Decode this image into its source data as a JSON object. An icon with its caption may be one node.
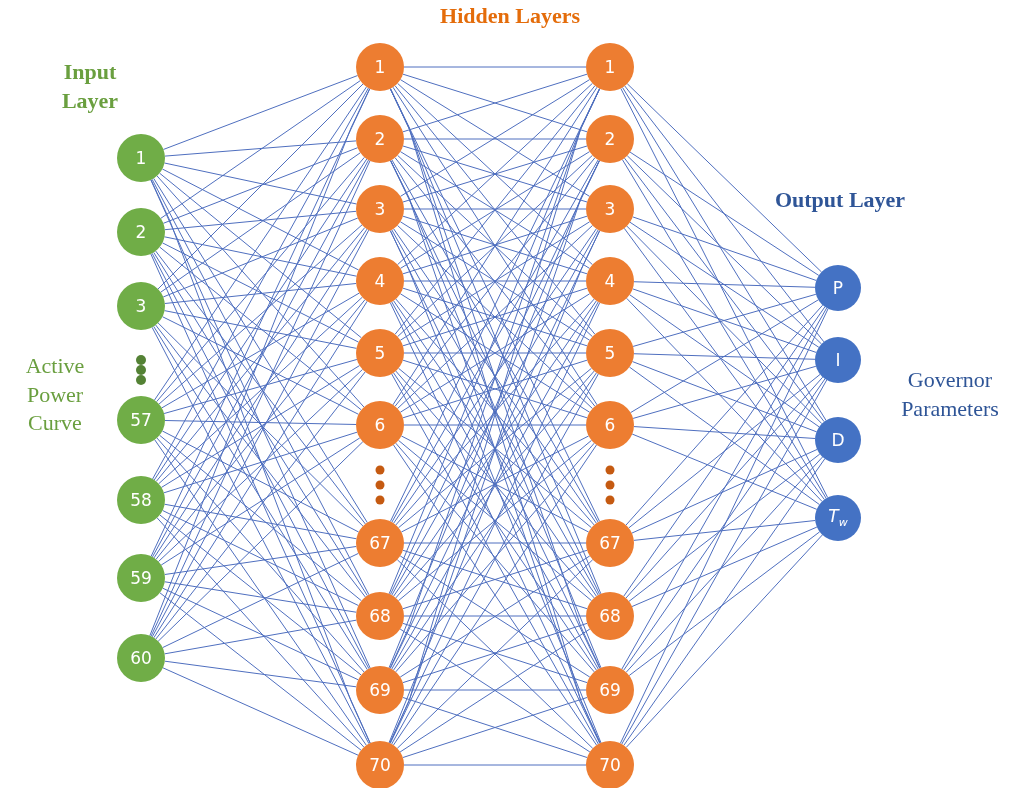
{
  "diagram": {
    "nodes": [
      {
        "text": [
          "1"
        ]
      },
      {
        "text": [
          "2"
        ]
      },
      {
        "text": [
          "3"
        ]
      },
      {
        "text": [
          "57"
        ]
      },
      {
        "text": [
          "58"
        ]
      },
      {
        "text": [
          "59"
        ]
      },
      {
        "text": [
          "60"
        ]
      },
      {
        "text": [
          "1"
        ]
      },
      {
        "text": [
          "2"
        ]
      },
      {
        "text": [
          "3"
        ]
      },
      {
        "text": [
          "4"
        ]
      },
      {
        "text": [
          "5"
        ]
      },
      {
        "text": [
          "6"
        ]
      },
      {
        "text": [
          "67"
        ]
      },
      {
        "text": [
          "68"
        ]
      },
      {
        "text": [
          "69"
        ]
      },
      {
        "text": [
          "70"
        ]
      },
      {
        "text": [
          "1"
        ]
      },
      {
        "text": [
          "2"
        ]
      },
      {
        "text": [
          "3"
        ]
      },
      {
        "text": [
          "4"
        ]
      },
      {
        "text": [
          "5"
        ]
      },
      {
        "text": [
          "6"
        ]
      },
      {
        "text": [
          "67"
        ]
      },
      {
        "text": [
          "68"
        ]
      },
      {
        "text": [
          "69"
        ]
      },
      {
        "text": [
          "70"
        ]
      },
      {
        "text": [
          "P"
        ]
      },
      {
        "text": [
          "I"
        ]
      },
      {
        "text": [
          "D"
        ]
      },
      {
        "text": [
          "*T*$_{w}$"
        ]
      }
    ],
    "edges": [
      {
        "from": 0,
        "to": 7,
        "arrow": "none"
      },
      {
        "from": 0,
        "to": 8,
        "arrow": "none"
      },
      {
        "from": 0,
        "to": 9,
        "arrow": "none"
      },
      {
        "from": 0,
        "to": 10,
        "arrow": "none"
      },
      {
        "from": 0,
        "to": 11,
        "arrow": "none"
      },
      {
        "from": 0,
        "to": 12,
        "arrow": "none"
      },
      {
        "from": 0,
        "to": 13,
        "arrow": "none"
      },
      {
        "from": 0,
        "to": 14,
        "arrow": "none"
      },
      {
        "from": 0,
        "to": 15,
        "arrow": "none"
      },
      {
        "from": 0,
        "to": 16,
        "arrow": "none"
      },
      {
        "from": 1,
        "to": 7,
        "arrow": "none"
      },
      {
        "from": 1,
        "to": 8,
        "arrow": "none"
      },
      {
        "from": 1,
        "to": 9,
        "arrow": "none"
      },
      {
        "from": 1,
        "to": 10,
        "arrow": "none"
      },
      {
        "from": 1,
        "to": 11,
        "arrow": "none"
      },
      {
        "from": 1,
        "to": 12,
        "arrow": "none"
      },
      {
        "from": 1,
        "to": 13,
        "arrow": "none"
      },
      {
        "from": 1,
        "to": 14,
        "arrow": "none"
      },
      {
        "from": 1,
        "to": 15,
        "arrow": "none"
      },
      {
        "from": 1,
        "to": 16,
        "arrow": "none"
      },
      {
        "from": 2,
        "to": 7,
        "arrow": "none"
      },
      {
        "from": 2,
        "to": 8,
        "arrow": "none"
      },
      {
        "from": 2,
        "to": 9,
        "arrow": "none"
      },
      {
        "from": 2,
        "to": 10,
        "arrow": "none"
      },
      {
        "from": 2,
        "to": 11,
        "arrow": "none"
      },
      {
        "from": 2,
        "to": 12,
        "arrow": "none"
      },
      {
        "from": 2,
        "to": 13,
        "arrow": "none"
      },
      {
        "from": 2,
        "to": 14,
        "arrow": "none"
      },
      {
        "from": 2,
        "to": 15,
        "arrow": "none"
      },
      {
        "from": 2,
        "to": 16,
        "arrow": "none"
      },
      {
        "from": 3,
        "to": 7,
        "arrow": "none"
      },
      {
        "from": 3,
        "to": 8,
        "arrow": "none"
      },
      {
        "from": 3,
        "to": 9,
        "arrow": "none"
      },
      {
        "from": 3,
        "to": 10,
        "arrow": "none"
      },
      {
        "from": 3,
        "to": 11,
        "arrow": "none"
      },
      {
        "from": 3,
        "to": 12,
        "arrow": "none"
      },
      {
        "from": 3,
        "to": 13,
        "arrow": "none"
      },
      {
        "from": 3,
        "to": 14,
        "arrow": "none"
      },
      {
        "from": 3,
        "to": 15,
        "arrow": "none"
      },
      {
        "from": 3,
        "to": 16,
        "arrow": "none"
      },
      {
        "from": 4,
        "to": 7,
        "arrow": "none"
      },
      {
        "from": 4,
        "to": 8,
        "arrow": "none"
      },
      {
        "from": 4,
        "to": 9,
        "arrow": "none"
      },
      {
        "from": 4,
        "to": 10,
        "arrow": "none"
      },
      {
        "from": 4,
        "to": 11,
        "arrow": "none"
      },
      {
        "from": 4,
        "to": 12,
        "arrow": "none"
      },
      {
        "from": 4,
        "to": 13,
        "arrow": "none"
      },
      {
        "from": 4,
        "to": 14,
        "arrow": "none"
      },
      {
        "from": 4,
        "to": 15,
        "arrow": "none"
      },
      {
        "from": 4,
        "to": 16,
        "arrow": "none"
      },
      {
        "from": 5,
        "to": 7,
        "arrow": "none"
      },
      {
        "from": 5,
        "to": 8,
        "arrow": "none"
      },
      {
        "from": 5,
        "to": 9,
        "arrow": "none"
      },
      {
        "from": 5,
        "to": 10,
        "arrow": "none"
      },
      {
        "from": 5,
        "to": 11,
        "arrow": "none"
      },
      {
        "from": 5,
        "to": 12,
        "arrow": "none"
      },
      {
        "from": 5,
        "to": 13,
        "arrow": "none"
      },
      {
        "from": 5,
        "to": 14,
        "arrow": "none"
      },
      {
        "from": 5,
        "to": 15,
        "arrow": "none"
      },
      {
        "from": 5,
        "to": 16,
        "arrow": "none"
      },
      {
        "from": 6,
        "to": 7,
        "arrow": "none"
      },
      {
        "from": 6,
        "to": 8,
        "arrow": "none"
      },
      {
        "from": 6,
        "to": 9,
        "arrow": "none"
      },
      {
        "from": 6,
        "to": 10,
        "arrow": "none"
      },
      {
        "from": 6,
        "to": 11,
        "arrow": "none"
      },
      {
        "from": 6,
        "to": 12,
        "arrow": "none"
      },
      {
        "from": 6,
        "to": 13,
        "arrow": "none"
      },
      {
        "from": 6,
        "to": 14,
        "arrow": "none"
      },
      {
        "from": 6,
        "to": 15,
        "arrow": "none"
      },
      {
        "from": 6,
        "to": 16,
        "arrow": "none"
      },
      {
        "from": 7,
        "to": 17,
        "arrow": "none"
      },
      {
        "from": 7,
        "to": 18,
        "arrow": "none"
      },
      {
        "from": 7,
        "to": 19,
        "arrow": "none"
      },
      {
        "from": 7,
        "to": 20,
        "arrow": "none"
      },
      {
        "from": 7,
        "to": 21,
        "arrow": "none"
      },
      {
        "from": 7,
        "to": 22,
        "arrow": "none"
      },
      {
        "from": 7,
        "to": 23,
        "arrow": "none"
      },
      {
        "from": 7,
        "to": 24,
        "arrow": "none"
      },
      {
        "from": 7,
        "to": 25,
        "arrow": "none"
      },
      {
        "from": 7,
        "to": 26,
        "arrow": "none"
      },
      {
        "from": 8,
        "to": 17,
        "arrow": "none"
      },
      {
        "from": 8,
        "to": 18,
        "arrow": "none"
      },
      {
        "from": 8,
        "to": 19,
        "arrow": "none"
      },
      {
        "from": 8,
        "to": 20,
        "arrow": "none"
      },
      {
        "from": 8,
        "to": 21,
        "arrow": "none"
      },
      {
        "from": 8,
        "to": 22,
        "arrow": "none"
      },
      {
        "from": 8,
        "to": 23,
        "arrow": "none"
      },
      {
        "from": 8,
        "to": 24,
        "arrow": "none"
      },
      {
        "from": 8,
        "to": 25,
        "arrow": "none"
      },
      {
        "from": 8,
        "to": 26,
        "arrow": "none"
      },
      {
        "from": 9,
        "to": 17,
        "arrow": "none"
      },
      {
        "from": 9,
        "to": 18,
        "arrow": "none"
      },
      {
        "from": 9,
        "to": 19,
        "arrow": "none"
      },
      {
        "from": 9,
        "to": 20,
        "arrow": "none"
      },
      {
        "from": 9,
        "to": 21,
        "arrow": "none"
      },
      {
        "from": 9,
        "to": 22,
        "arrow": "none"
      },
      {
        "from": 9,
        "to": 23,
        "arrow": "none"
      },
      {
        "from": 9,
        "to": 24,
        "arrow": "none"
      },
      {
        "from": 9,
        "to": 25,
        "arrow": "none"
      },
      {
        "from": 9,
        "to": 26,
        "arrow": "none"
      },
      {
        "from": 10,
        "to": 17,
        "arrow": "none"
      },
      {
        "from": 10,
        "to": 18,
        "arrow": "none"
      },
      {
        "from": 10,
        "to": 19,
        "arrow": "none"
      },
      {
        "from": 10,
        "to": 20,
        "arrow": "none"
      },
      {
        "from": 10,
        "to": 21,
        "arrow": "none"
      },
      {
        "from": 10,
        "to": 22,
        "arrow": "none"
      },
      {
        "from": 10,
        "to": 23,
        "arrow": "none"
      },
      {
        "from": 10,
        "to": 24,
        "arrow": "none"
      },
      {
        "from": 10,
        "to": 25,
        "arrow": "none"
      },
      {
        "from": 10,
        "to": 26,
        "arrow": "none"
      },
      {
        "from": 11,
        "to": 17,
        "arrow": "none"
      },
      {
        "from": 11,
        "to": 18,
        "arrow": "none"
      },
      {
        "from": 11,
        "to": 19,
        "arrow": "none"
      },
      {
        "from": 11,
        "to": 20,
        "arrow": "none"
      },
      {
        "from": 11,
        "to": 21,
        "arrow": "none"
      },
      {
        "from": 11,
        "to": 22,
        "arrow": "none"
      },
      {
        "from": 11,
        "to": 23,
        "arrow": "none"
      },
      {
        "from": 11,
        "to": 24,
        "arrow": "none"
      },
      {
        "from": 11,
        "to": 25,
        "arrow": "none"
      },
      {
        "from": 11,
        "to": 26,
        "arrow": "none"
      },
      {
        "from": 12,
        "to": 17,
        "arrow": "none"
      },
      {
        "from": 12,
        "to": 18,
        "arrow": "none"
      },
      {
        "from": 12,
        "to": 19,
        "arrow": "none"
      },
      {
        "from": 12,
        "to": 20,
        "arrow": "none"
      },
      {
        "from": 12,
        "to": 21,
        "arrow": "none"
      },
      {
        "from": 12,
        "to": 22,
        "arrow": "none"
      },
      {
        "from": 12,
        "to": 23,
        "arrow": "none"
      },
      {
        "from": 12,
        "to": 24,
        "arrow": "none"
      },
      {
        "from": 12,
        "to": 25,
        "arrow": "none"
      },
      {
        "from": 12,
        "to": 26,
        "arrow": "none"
      },
      {
        "from": 13,
        "to": 17,
        "arrow": "none"
      },
      {
        "from": 13,
        "to": 18,
        "arrow": "none"
      },
      {
        "from": 13,
        "to": 19,
        "arrow": "none"
      },
      {
        "from": 13,
        "to": 20,
        "arrow": "none"
      },
      {
        "from": 13,
        "to": 21,
        "arrow": "none"
      },
      {
        "from": 13,
        "to": 22,
        "arrow": "none"
      },
      {
        "from": 13,
        "to": 23,
        "arrow": "none"
      },
      {
        "from": 13,
        "to": 24,
        "arrow": "none"
      },
      {
        "from": 13,
        "to": 25,
        "arrow": "none"
      },
      {
        "from": 13,
        "to": 26,
        "arrow": "none"
      },
      {
        "from": 14,
        "to": 17,
        "arrow": "none"
      },
      {
        "from": 14,
        "to": 18,
        "arrow": "none"
      },
      {
        "from": 14,
        "to": 19,
        "arrow": "none"
      },
      {
        "from": 14,
        "to": 20,
        "arrow": "none"
      },
      {
        "from": 14,
        "to": 21,
        "arrow": "none"
      },
      {
        "from": 14,
        "to": 22,
        "arrow": "none"
      },
      {
        "from": 14,
        "to": 23,
        "arrow": "none"
      },
      {
        "from": 14,
        "to": 24,
        "arrow": "none"
      },
      {
        "from": 14,
        "to": 25,
        "arrow": "none"
      },
      {
        "from": 14,
        "to": 26,
        "arrow": "none"
      },
      {
        "from": 15,
        "to": 17,
        "arrow": "none"
      },
      {
        "from": 15,
        "to": 18,
        "arrow": "none"
      },
      {
        "from": 15,
        "to": 19,
        "arrow": "none"
      },
      {
        "from": 15,
        "to": 20,
        "arrow": "none"
      },
      {
        "from": 15,
        "to": 21,
        "arrow": "none"
      },
      {
        "from": 15,
        "to": 22,
        "arrow": "none"
      },
      {
        "from": 15,
        "to": 23,
        "arrow": "none"
      },
      {
        "from": 15,
        "to": 24,
        "arrow": "none"
      },
      {
        "from": 15,
        "to": 25,
        "arrow": "none"
      },
      {
        "from": 15,
        "to": 26,
        "arrow": "none"
      },
      {
        "from": 16,
        "to": 17,
        "arrow": "none"
      },
      {
        "from": 16,
        "to": 18,
        "arrow": "none"
      },
      {
        "from": 16,
        "to": 19,
        "arrow": "none"
      },
      {
        "from": 16,
        "to": 20,
        "arrow": "none"
      },
      {
        "from": 16,
        "to": 21,
        "arrow": "none"
      },
      {
        "from": 16,
        "to": 22,
        "arrow": "none"
      },
      {
        "from": 16,
        "to": 23,
        "arrow": "none"
      },
      {
        "from": 16,
        "to": 24,
        "arrow": "none"
      },
      {
        "from": 16,
        "to": 25,
        "arrow": "none"
      },
      {
        "from": 16,
        "to": 26,
        "arrow": "none"
      },
      {
        "from": 17,
        "to": 27,
        "arrow": "none"
      },
      {
        "from": 17,
        "to": 28,
        "arrow": "none"
      },
      {
        "from": 17,
        "to": 29,
        "arrow": "none"
      },
      {
        "from": 17,
        "to": 30,
        "arrow": "none"
      },
      {
        "from": 18,
        "to": 27,
        "arrow": "none"
      },
      {
        "from": 18,
        "to": 28,
        "arrow": "none"
      },
      {
        "from": 18,
        "to": 29,
        "arrow": "none"
      },
      {
        "from": 18,
        "to": 30,
        "arrow": "none"
      },
      {
        "from": 19,
        "to": 27,
        "arrow": "none"
      },
      {
        "from": 19,
        "to": 28,
        "arrow": "none"
      },
      {
        "from": 19,
        "to": 29,
        "arrow": "none"
      },
      {
        "from": 19,
        "to": 30,
        "arrow": "none"
      },
      {
        "from": 20,
        "to": 27,
        "arrow": "none"
      },
      {
        "from": 20,
        "to": 28,
        "arrow": "none"
      },
      {
        "from": 20,
        "to": 29,
        "arrow": "none"
      },
      {
        "from": 20,
        "to": 30,
        "arrow": "none"
      },
      {
        "from": 21,
        "to": 27,
        "arrow": "none"
      },
      {
        "from": 21,
        "to": 28,
        "arrow": "none"
      },
      {
        "from": 21,
        "to": 29,
        "arrow": "none"
      },
      {
        "from": 21,
        "to": 30,
        "arrow": "none"
      },
      {
        "from": 22,
        "to": 27,
        "arrow": "none"
      },
      {
        "from": 22,
        "to": 28,
        "arrow": "none"
      },
      {
        "from": 22,
        "to": 29,
        "arrow": "none"
      },
      {
        "from": 22,
        "to": 30,
        "arrow": "none"
      },
      {
        "from": 23,
        "to": 27,
        "arrow": "none"
      },
      {
        "from": 23,
        "to": 28,
        "arrow": "none"
      },
      {
        "from": 23,
        "to": 29,
        "arrow": "none"
      },
      {
        "from": 23,
        "to": 30,
        "arrow": "none"
      },
      {
        "from": 24,
        "to": 27,
        "arrow": "none"
      },
      {
        "from": 24,
        "to": 28,
        "arrow": "none"
      },
      {
        "from": 24,
        "to": 29,
        "arrow": "none"
      },
      {
        "from": 24,
        "to": 30,
        "arrow": "none"
      },
      {
        "from": 25,
        "to": 27,
        "arrow": "none"
      },
      {
        "from": 25,
        "to": 28,
        "arrow": "none"
      },
      {
        "from": 25,
        "to": 29,
        "arrow": "none"
      },
      {
        "from": 25,
        "to": 30,
        "arrow": "none"
      },
      {
        "from": 26,
        "to": 27,
        "arrow": "none"
      },
      {
        "from": 26,
        "to": 28,
        "arrow": "none"
      },
      {
        "from": 26,
        "to": 29,
        "arrow": "none"
      },
      {
        "from": 26,
        "to": 30,
        "arrow": "none"
      }
    ],
    "labels": [
      "Hidden Layers",
      "Input Layer",
      "Output Layer",
      "Active Power Curve",
      "Governor Parameters"
    ]
  }
}
